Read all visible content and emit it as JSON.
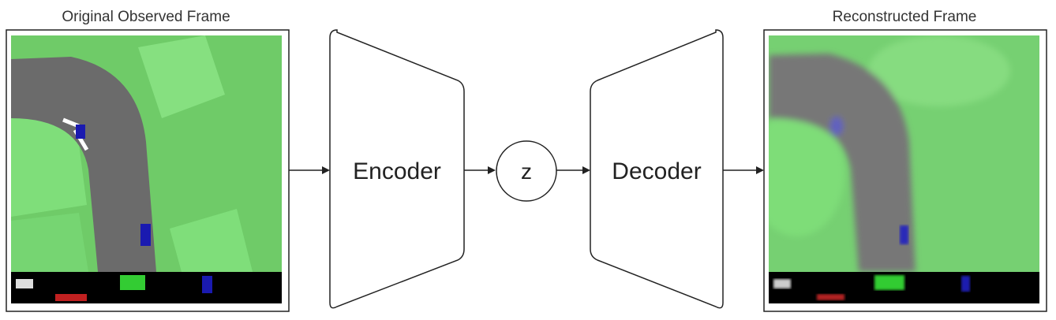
{
  "captions": {
    "original": "Original Observed Frame",
    "reconstructed": "Reconstructed Frame"
  },
  "blocks": {
    "encoder": "Encoder",
    "latent": "z",
    "decoder": "Decoder"
  },
  "colors": {
    "grass_light": "#7fde7a",
    "grass_dark": "#6fcb68",
    "road": "#6b6b6b",
    "road_reconstructed": "#777777",
    "dashboard": "#000000",
    "car": "#1a1ab0",
    "bar_red": "#c02020",
    "bar_green": "#33cc33",
    "outline": "#222222"
  }
}
